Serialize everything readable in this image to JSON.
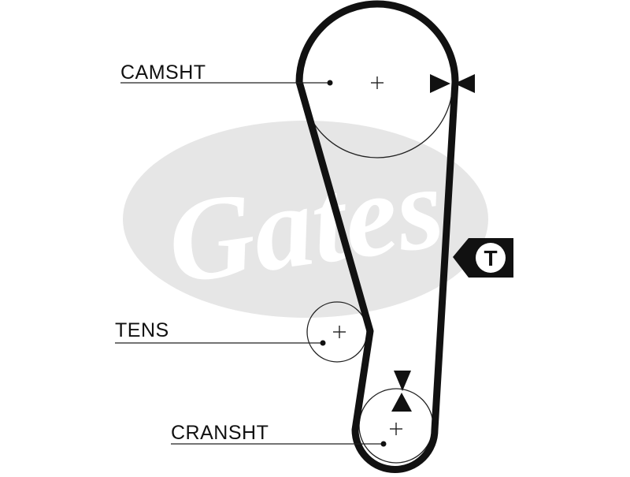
{
  "labels": {
    "camshaft": "CAMSHT",
    "tensioner": "TENS",
    "crankshaft": "CRANSHT",
    "timing_mark": "T"
  },
  "colors": {
    "belt": "#111111",
    "line": "#222222",
    "watermark": "#e6e6e6",
    "watermark_text": "#ffffff",
    "background": "#ffffff"
  },
  "watermark": {
    "brand_icon": "gates-logo-icon",
    "text": "Gates"
  }
}
